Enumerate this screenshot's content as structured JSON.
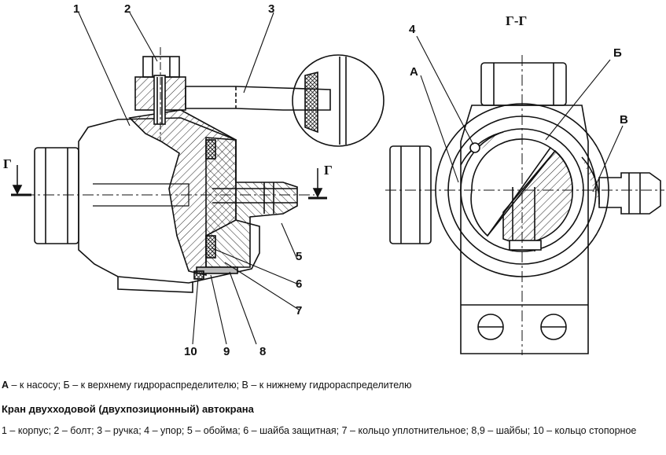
{
  "figure": {
    "section_label": "Г-Г",
    "cut_mark": "Г",
    "callouts": [
      "1",
      "2",
      "3",
      "4",
      "5",
      "6",
      "7",
      "8",
      "9",
      "10"
    ],
    "port_labels": [
      "А",
      "Б",
      "В"
    ]
  },
  "caption": {
    "legend_a_key": "А",
    "legend_text": " – к насосу; Б – к верхнему гидрораспределителю; В – к нижнему гидрораспределителю",
    "title": "Кран двухходовой (двухпозиционный) автокрана",
    "parts": "1 – корпус; 2 – болт; 3 – ручка; 4 – упор; 5 – обойма; 6 – шайба защитная; 7 – кольцо уплотнительное; 8,9 – шайбы; 10 – кольцо стопорное"
  }
}
